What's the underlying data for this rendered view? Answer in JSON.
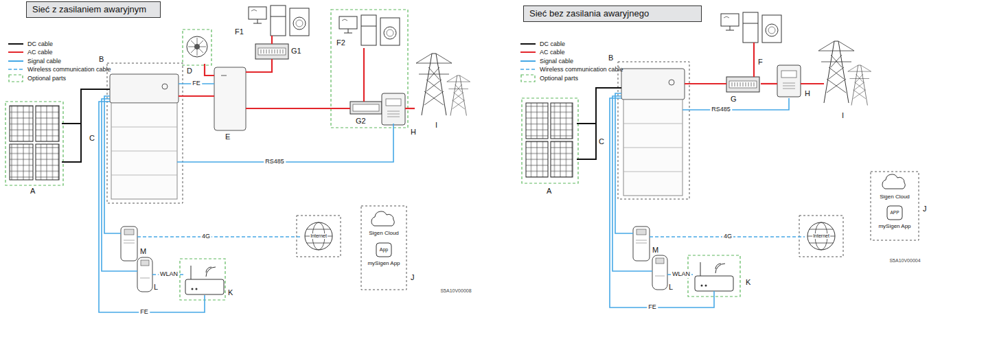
{
  "diagram": {
    "nodes": [
      {
        "text": [
          "Sieć z zasilaniem awaryjnym"
        ]
      },
      {
        "text": [
          "A"
        ]
      },
      {
        "text": [
          "B"
        ]
      },
      {
        "text": [
          "C"
        ]
      },
      {
        "text": [
          "D"
        ]
      },
      {
        "text": [
          "E"
        ]
      },
      {
        "text": [
          "F1"
        ]
      },
      {
        "text": [
          "G1"
        ]
      },
      {
        "text": [
          "F2"
        ]
      },
      {
        "text": [
          "G2"
        ]
      },
      {
        "text": [
          "H"
        ]
      },
      {
        "text": [
          "I"
        ]
      },
      {
        "text": [
          "M"
        ]
      },
      {
        "text": [
          "L"
        ]
      },
      {
        "text": [
          "K"
        ]
      },
      {
        "text": [
          "Internet"
        ]
      },
      {
        "text": [
          "Sigen Cloud",
          "App",
          "mySigen App",
          "J"
        ]
      },
      {
        "text": [
          "Sieć bez zasilania awaryjnego"
        ]
      },
      {
        "text": [
          "A"
        ]
      },
      {
        "text": [
          "B"
        ]
      },
      {
        "text": [
          "C"
        ]
      },
      {
        "text": [
          "F"
        ]
      },
      {
        "text": [
          "G"
        ]
      },
      {
        "text": [
          "H"
        ]
      },
      {
        "text": [
          "I"
        ]
      },
      {
        "text": [
          "M"
        ]
      },
      {
        "text": [
          "L"
        ]
      },
      {
        "text": [
          "K"
        ]
      },
      {
        "text": [
          "Internet"
        ]
      },
      {
        "text": [
          "Sigen Cloud",
          "APP",
          "mySigen App",
          "J"
        ]
      }
    ],
    "edges": [
      {
        "from": 1,
        "to": 2,
        "arrow": "none"
      },
      {
        "from": 2,
        "to": 5,
        "arrow": "none"
      },
      {
        "from": 2,
        "to": 5,
        "label": "FE",
        "arrow": "none"
      },
      {
        "from": 4,
        "to": 5,
        "arrow": "none"
      },
      {
        "from": 5,
        "to": 7,
        "arrow": "none"
      },
      {
        "from": 7,
        "to": 6,
        "arrow": "none"
      },
      {
        "from": 5,
        "to": 9,
        "arrow": "none"
      },
      {
        "from": 9,
        "to": 8,
        "arrow": "none"
      },
      {
        "from": 9,
        "to": 10,
        "arrow": "none"
      },
      {
        "from": 10,
        "to": 11,
        "arrow": "none"
      },
      {
        "from": 10,
        "to": 3,
        "label": "RS485",
        "arrow": "none"
      },
      {
        "from": 2,
        "to": 12,
        "arrow": "none"
      },
      {
        "from": 12,
        "to": 15,
        "label": "4G",
        "arrow": "none"
      },
      {
        "from": 2,
        "to": 13,
        "arrow": "none"
      },
      {
        "from": 13,
        "to": 14,
        "label": "WLAN",
        "arrow": "none"
      },
      {
        "from": 2,
        "to": 14,
        "label": "FE",
        "arrow": "none"
      },
      {
        "from": 18,
        "to": 19,
        "arrow": "none"
      },
      {
        "from": 19,
        "to": 22,
        "arrow": "none"
      },
      {
        "from": 22,
        "to": 21,
        "arrow": "none"
      },
      {
        "from": 22,
        "to": 23,
        "arrow": "none"
      },
      {
        "from": 23,
        "to": 24,
        "arrow": "none"
      },
      {
        "from": 20,
        "to": 23,
        "label": "RS485",
        "arrow": "none"
      },
      {
        "from": 19,
        "to": 25,
        "arrow": "none"
      },
      {
        "from": 25,
        "to": 28,
        "label": "4G",
        "arrow": "none"
      },
      {
        "from": 19,
        "to": 26,
        "arrow": "none"
      },
      {
        "from": 26,
        "to": 27,
        "label": "WLAN",
        "arrow": "none"
      },
      {
        "from": 19,
        "to": 27,
        "label": "FE",
        "arrow": "none"
      }
    ],
    "labels": [
      "S5A10V00008",
      "S5A10V00004"
    ],
    "legend": [
      {
        "text": "DC cable"
      },
      {
        "text": "AC cable"
      },
      {
        "text": "Signal cable"
      },
      {
        "text": "Wireless communication cable"
      },
      {
        "text": "Optional parts"
      },
      {
        "text": "DC cable"
      },
      {
        "text": "AC cable"
      },
      {
        "text": "Signal cable"
      },
      {
        "text": "Wireless communication cable"
      },
      {
        "text": "Optional parts"
      }
    ]
  }
}
